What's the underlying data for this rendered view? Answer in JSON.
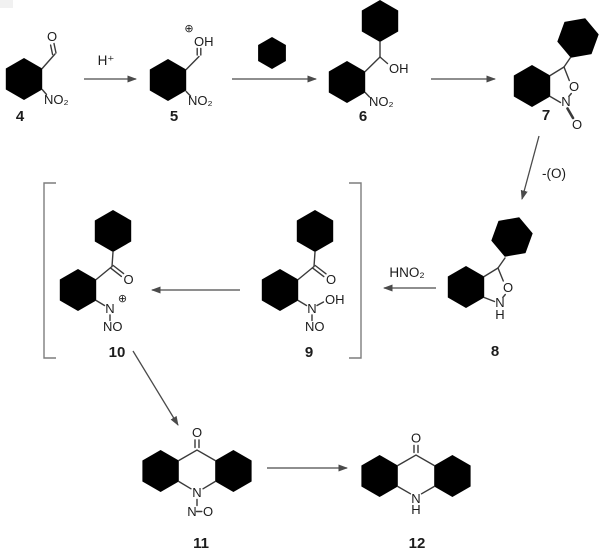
{
  "background": "#ffffff",
  "ink": {
    "bond_color": "#3a3a3a",
    "arrow_color": "#4a4a4a",
    "bracket_color": "#7d7d7d",
    "text_color": "#1c1c1c"
  },
  "compound_labels": {
    "c4": "4",
    "c5": "5",
    "c6": "6",
    "c7": "7",
    "c8": "8",
    "c9": "9",
    "c10": "10",
    "c11": "11",
    "c12": "12"
  },
  "reagent_labels": {
    "step_4_to_5": "H⁺",
    "step_7_to_8": "-(O)",
    "step_8_to_9": "HNO₂"
  },
  "atom_labels": {
    "O": "O",
    "OH": "OH",
    "NO2": "NO₂",
    "N": "N",
    "NO": "NO",
    "H": "H",
    "oplus": "⊕"
  }
}
